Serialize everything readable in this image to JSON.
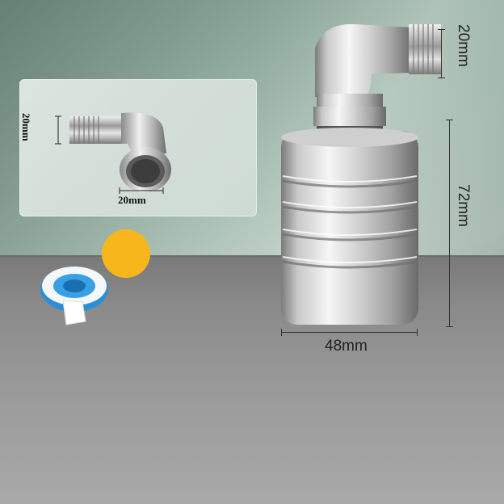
{
  "dimensions": {
    "elbow_height": "20mm",
    "float_height": "72mm",
    "float_width": "48mm",
    "inset_height": "20mm",
    "inset_width": "20mm"
  },
  "colors": {
    "accent_dot": "#f7b71c",
    "tape_blue": "#2b8fd8"
  }
}
